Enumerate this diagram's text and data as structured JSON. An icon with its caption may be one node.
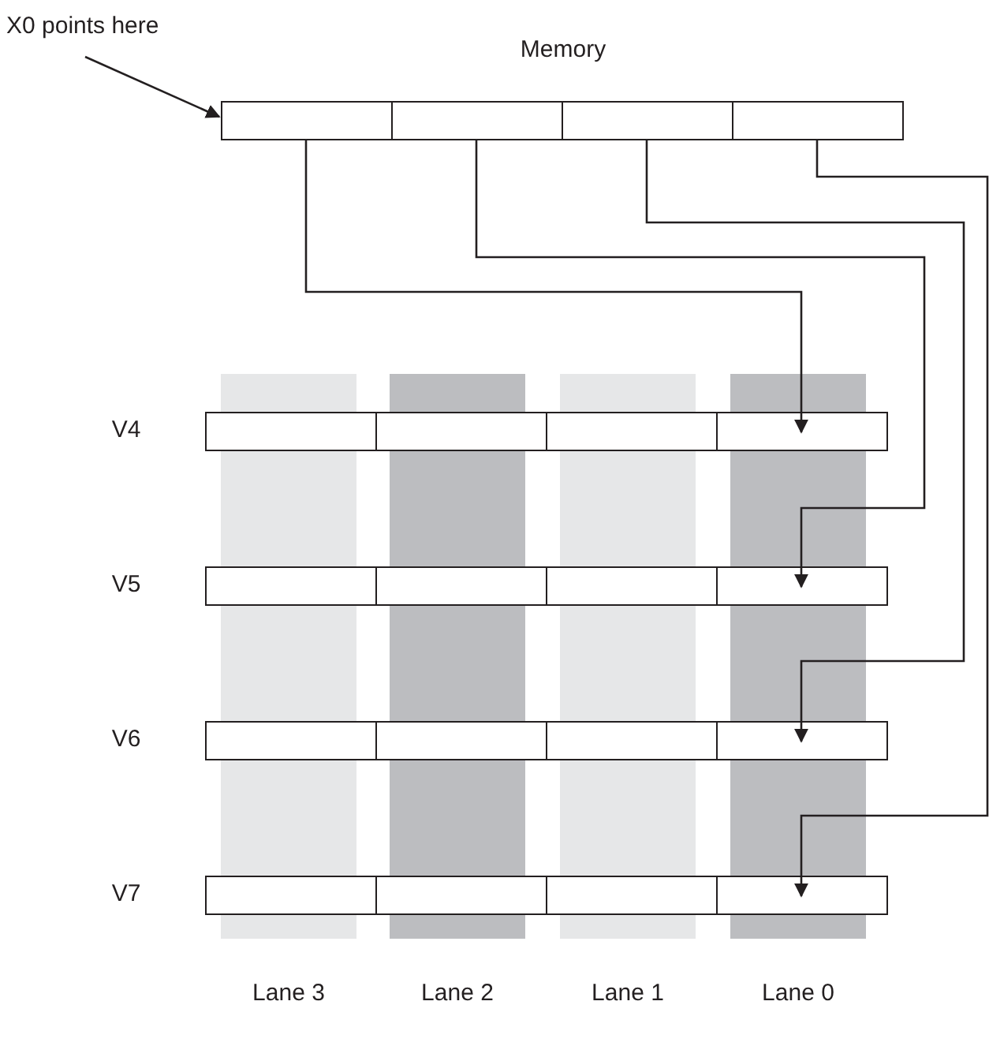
{
  "diagram": {
    "nodes": [
      {
        "text": [
          "X0 points here"
        ]
      },
      {
        "text": [],
        "shape": "box"
      },
      {
        "text": [],
        "shape": "box"
      },
      {
        "text": [],
        "shape": "box"
      },
      {
        "text": [],
        "shape": "box"
      },
      {
        "text": [],
        "shape": "box"
      },
      {
        "text": [],
        "shape": "box"
      },
      {
        "text": [],
        "shape": "box"
      },
      {
        "text": [],
        "shape": "box"
      },
      {
        "text": [],
        "shape": "box"
      },
      {
        "text": [],
        "shape": "box"
      },
      {
        "text": [],
        "shape": "box"
      },
      {
        "text": [],
        "shape": "box"
      },
      {
        "text": [],
        "shape": "box"
      },
      {
        "text": [],
        "shape": "box"
      },
      {
        "text": [],
        "shape": "box"
      },
      {
        "text": [],
        "shape": "box"
      },
      {
        "text": [],
        "shape": "box"
      },
      {
        "text": [],
        "shape": "box"
      },
      {
        "text": [],
        "shape": "box"
      },
      {
        "text": [],
        "shape": "box"
      }
    ],
    "edges": [
      {
        "from": 0,
        "to": 1,
        "arrow": "to"
      },
      {
        "from": 1,
        "to": 8,
        "arrow": "to"
      },
      {
        "from": 2,
        "to": 12,
        "arrow": "to"
      },
      {
        "from": 3,
        "to": 16,
        "arrow": "to"
      },
      {
        "from": 4,
        "to": 20,
        "arrow": "to"
      }
    ],
    "labels": [
      "Memory",
      "V4",
      "V5",
      "V6",
      "V7",
      "Lane 3",
      "Lane 2",
      "Lane 1",
      "Lane 0"
    ]
  }
}
